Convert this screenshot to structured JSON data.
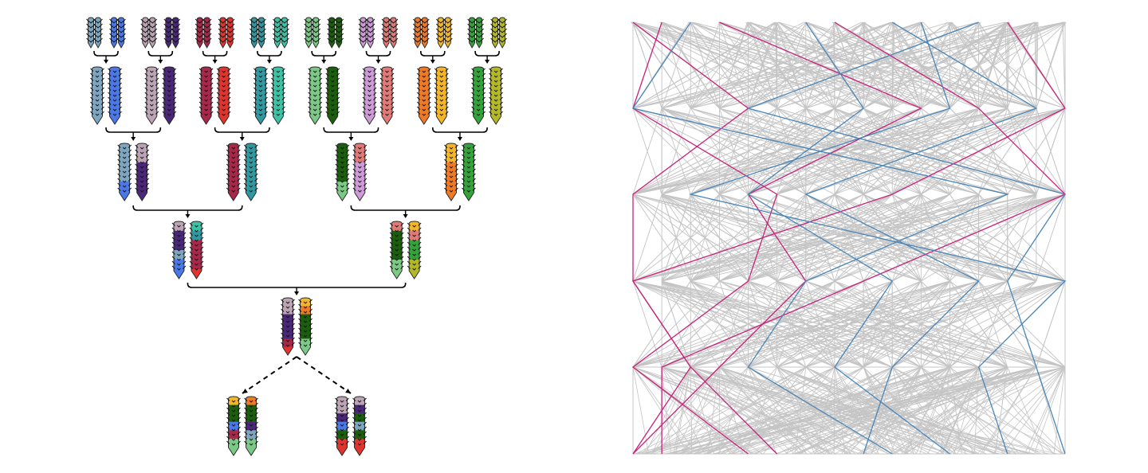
{
  "colors": {
    "steelblue": "#7fa6c0",
    "blue": "#4a78e6",
    "mauve": "#bba4b4",
    "purple": "#4a2778",
    "crimson": "#a8284a",
    "red": "#e0342e",
    "teal": "#2f98a0",
    "turquoise": "#3cc3a6",
    "lightgreen": "#7cc886",
    "darkgreen": "#1b5e0c",
    "lilac": "#cf9ad8",
    "salmon": "#e07a78",
    "orange": "#ef7a25",
    "gold": "#f2b628",
    "green": "#34a43a",
    "olive": "#b3b826",
    "edge_gray": "#c4c4c4",
    "highlight_magenta": "#c9217a",
    "highlight_blue": "#4a86b8",
    "bracket": "#000000"
  },
  "tree": {
    "leaves": [
      [
        "steelblue",
        "steelblue",
        "blue",
        "blue"
      ],
      [
        "mauve",
        "mauve",
        "purple",
        "purple"
      ],
      [
        "crimson",
        "crimson",
        "red",
        "red"
      ],
      [
        "teal",
        "teal",
        "turquoise",
        "turquoise"
      ],
      [
        "lightgreen",
        "lightgreen",
        "darkgreen",
        "darkgreen"
      ],
      [
        "lilac",
        "lilac",
        "salmon",
        "salmon"
      ],
      [
        "orange",
        "orange",
        "gold",
        "gold"
      ],
      [
        "green",
        "green",
        "olive",
        "olive"
      ]
    ],
    "level1": [
      [
        [
          "steelblue"
        ],
        [
          "blue"
        ]
      ],
      [
        [
          "mauve"
        ],
        [
          "purple"
        ]
      ],
      [
        [
          "crimson"
        ],
        [
          "red"
        ]
      ],
      [
        [
          "teal"
        ],
        [
          "turquoise"
        ]
      ],
      [
        [
          "lightgreen"
        ],
        [
          "darkgreen"
        ]
      ],
      [
        [
          "lilac"
        ],
        [
          "salmon"
        ]
      ],
      [
        [
          "orange"
        ],
        [
          "gold"
        ]
      ],
      [
        [
          "green"
        ],
        [
          "olive"
        ]
      ]
    ],
    "level2": [
      [
        [
          "steelblue",
          "steelblue",
          "blue"
        ],
        [
          "mauve",
          "purple",
          "purple"
        ]
      ],
      [
        [
          "crimson"
        ],
        [
          "teal"
        ]
      ],
      [
        [
          "darkgreen",
          "darkgreen",
          "lightgreen"
        ],
        [
          "salmon",
          "lilac",
          "lilac"
        ]
      ],
      [
        [
          "gold",
          "orange",
          "orange"
        ],
        [
          "green",
          "green",
          "green"
        ]
      ]
    ],
    "level3": [
      [
        [
          "mauve",
          "purple",
          "purple",
          "steelblue",
          "blue",
          "blue"
        ],
        [
          "turquoise",
          "teal",
          "crimson",
          "crimson",
          "crimson",
          "red"
        ]
      ],
      [
        [
          "salmon",
          "darkgreen",
          "darkgreen",
          "darkgreen",
          "lightgreen",
          "lightgreen"
        ],
        [
          "gold",
          "salmon",
          "green",
          "green",
          "olive",
          "olive"
        ]
      ]
    ],
    "level4": [
      [
        [
          "mauve",
          "mauve",
          "purple",
          "purple",
          "purple",
          "crimson",
          "red"
        ],
        [
          "gold",
          "orange",
          "darkgreen",
          "darkgreen",
          "darkgreen",
          "lightgreen",
          "lightgreen"
        ]
      ]
    ],
    "offspring": [
      [
        [
          "gold",
          "darkgreen",
          "darkgreen",
          "blue",
          "crimson",
          "lightgreen",
          "lightgreen"
        ],
        [
          "orange",
          "darkgreen",
          "darkgreen",
          "purple",
          "steelblue",
          "lightgreen",
          "lightgreen"
        ]
      ],
      [
        [
          "mauve",
          "mauve",
          "purple",
          "blue",
          "darkgreen",
          "red",
          "red"
        ],
        [
          "mauve",
          "purple",
          "darkgreen",
          "steelblue",
          "darkgreen",
          "red",
          "red"
        ]
      ]
    ]
  },
  "network": {
    "columns": 16,
    "rows": 6,
    "seed": 20240517,
    "highlight_paths": [
      {
        "color": "highlight_magenta",
        "nodes": [
          0,
          4,
          0,
          0,
          2,
          0
        ]
      },
      {
        "color": "highlight_magenta",
        "nodes": [
          1,
          0,
          5,
          4,
          0,
          4
        ]
      },
      {
        "color": "highlight_magenta",
        "nodes": [
          3,
          10,
          4,
          6,
          3,
          0
        ]
      },
      {
        "color": "highlight_magenta",
        "nodes": [
          7,
          12,
          15,
          8,
          1,
          1
        ]
      },
      {
        "color": "highlight_magenta",
        "nodes": [
          13,
          15,
          9,
          0,
          2,
          5
        ]
      },
      {
        "color": "highlight_blue",
        "nodes": [
          2,
          0,
          13,
          6,
          4,
          9
        ]
      },
      {
        "color": "highlight_blue",
        "nodes": [
          6,
          8,
          4,
          9,
          7,
          11
        ]
      },
      {
        "color": "highlight_blue",
        "nodes": [
          9,
          14,
          6,
          12,
          9,
          8
        ]
      },
      {
        "color": "highlight_blue",
        "nodes": [
          12,
          4,
          15,
          13,
          14,
          15
        ]
      },
      {
        "color": "highlight_blue",
        "nodes": [
          10,
          11,
          2,
          15,
          12,
          13
        ]
      }
    ]
  }
}
